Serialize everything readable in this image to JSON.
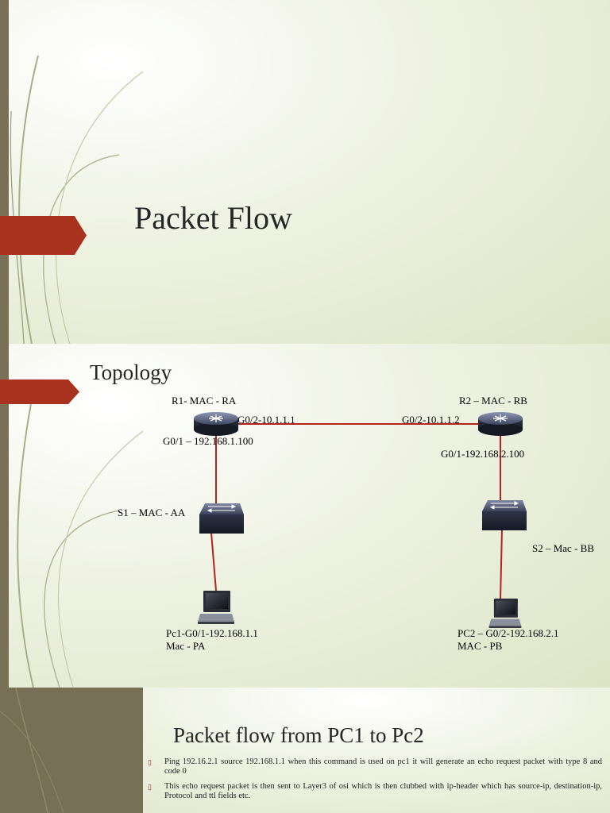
{
  "slide1": {
    "title": "Packet Flow"
  },
  "slide2": {
    "title": "Topology",
    "devices": {
      "r1_label": "R1- MAC - RA",
      "r2_label": "R2 – MAC - RB",
      "r1_g02": "G0/2-10.1.1.1",
      "r2_g02": "G0/2-10.1.1.2",
      "r1_g01": "G0/1 – 192.168.1.100",
      "r2_g01": "G0/1-192.168.2.100",
      "s1_label": "S1 – MAC - AA",
      "s2_label": "S2 – Mac - BB",
      "pc1_line1": "Pc1-G0/1-192.168.1.1",
      "pc1_line2": "Mac - PA",
      "pc2_line1": "PC2 – G0/2-192.168.2.1",
      "pc2_line2": "MAC - PB"
    }
  },
  "slide3": {
    "title": "Packet flow from PC1 to Pc2",
    "bullets": [
      "Ping 192.16.2.1 source 192.168.1.1 when this command is used on pc1 it will generate an echo request packet with type 8 and code 0",
      "This echo request packet is then sent to Layer3 of osi which is then clubbed with ip-header which has source-ip, destination-ip, Protocol and ttl fields etc."
    ]
  },
  "colors": {
    "accent": "#a8321d",
    "bar": "#787056",
    "link": "#b3231a"
  },
  "icons": [
    "router-icon",
    "switch-icon",
    "laptop-icon",
    "bullet-icon"
  ]
}
